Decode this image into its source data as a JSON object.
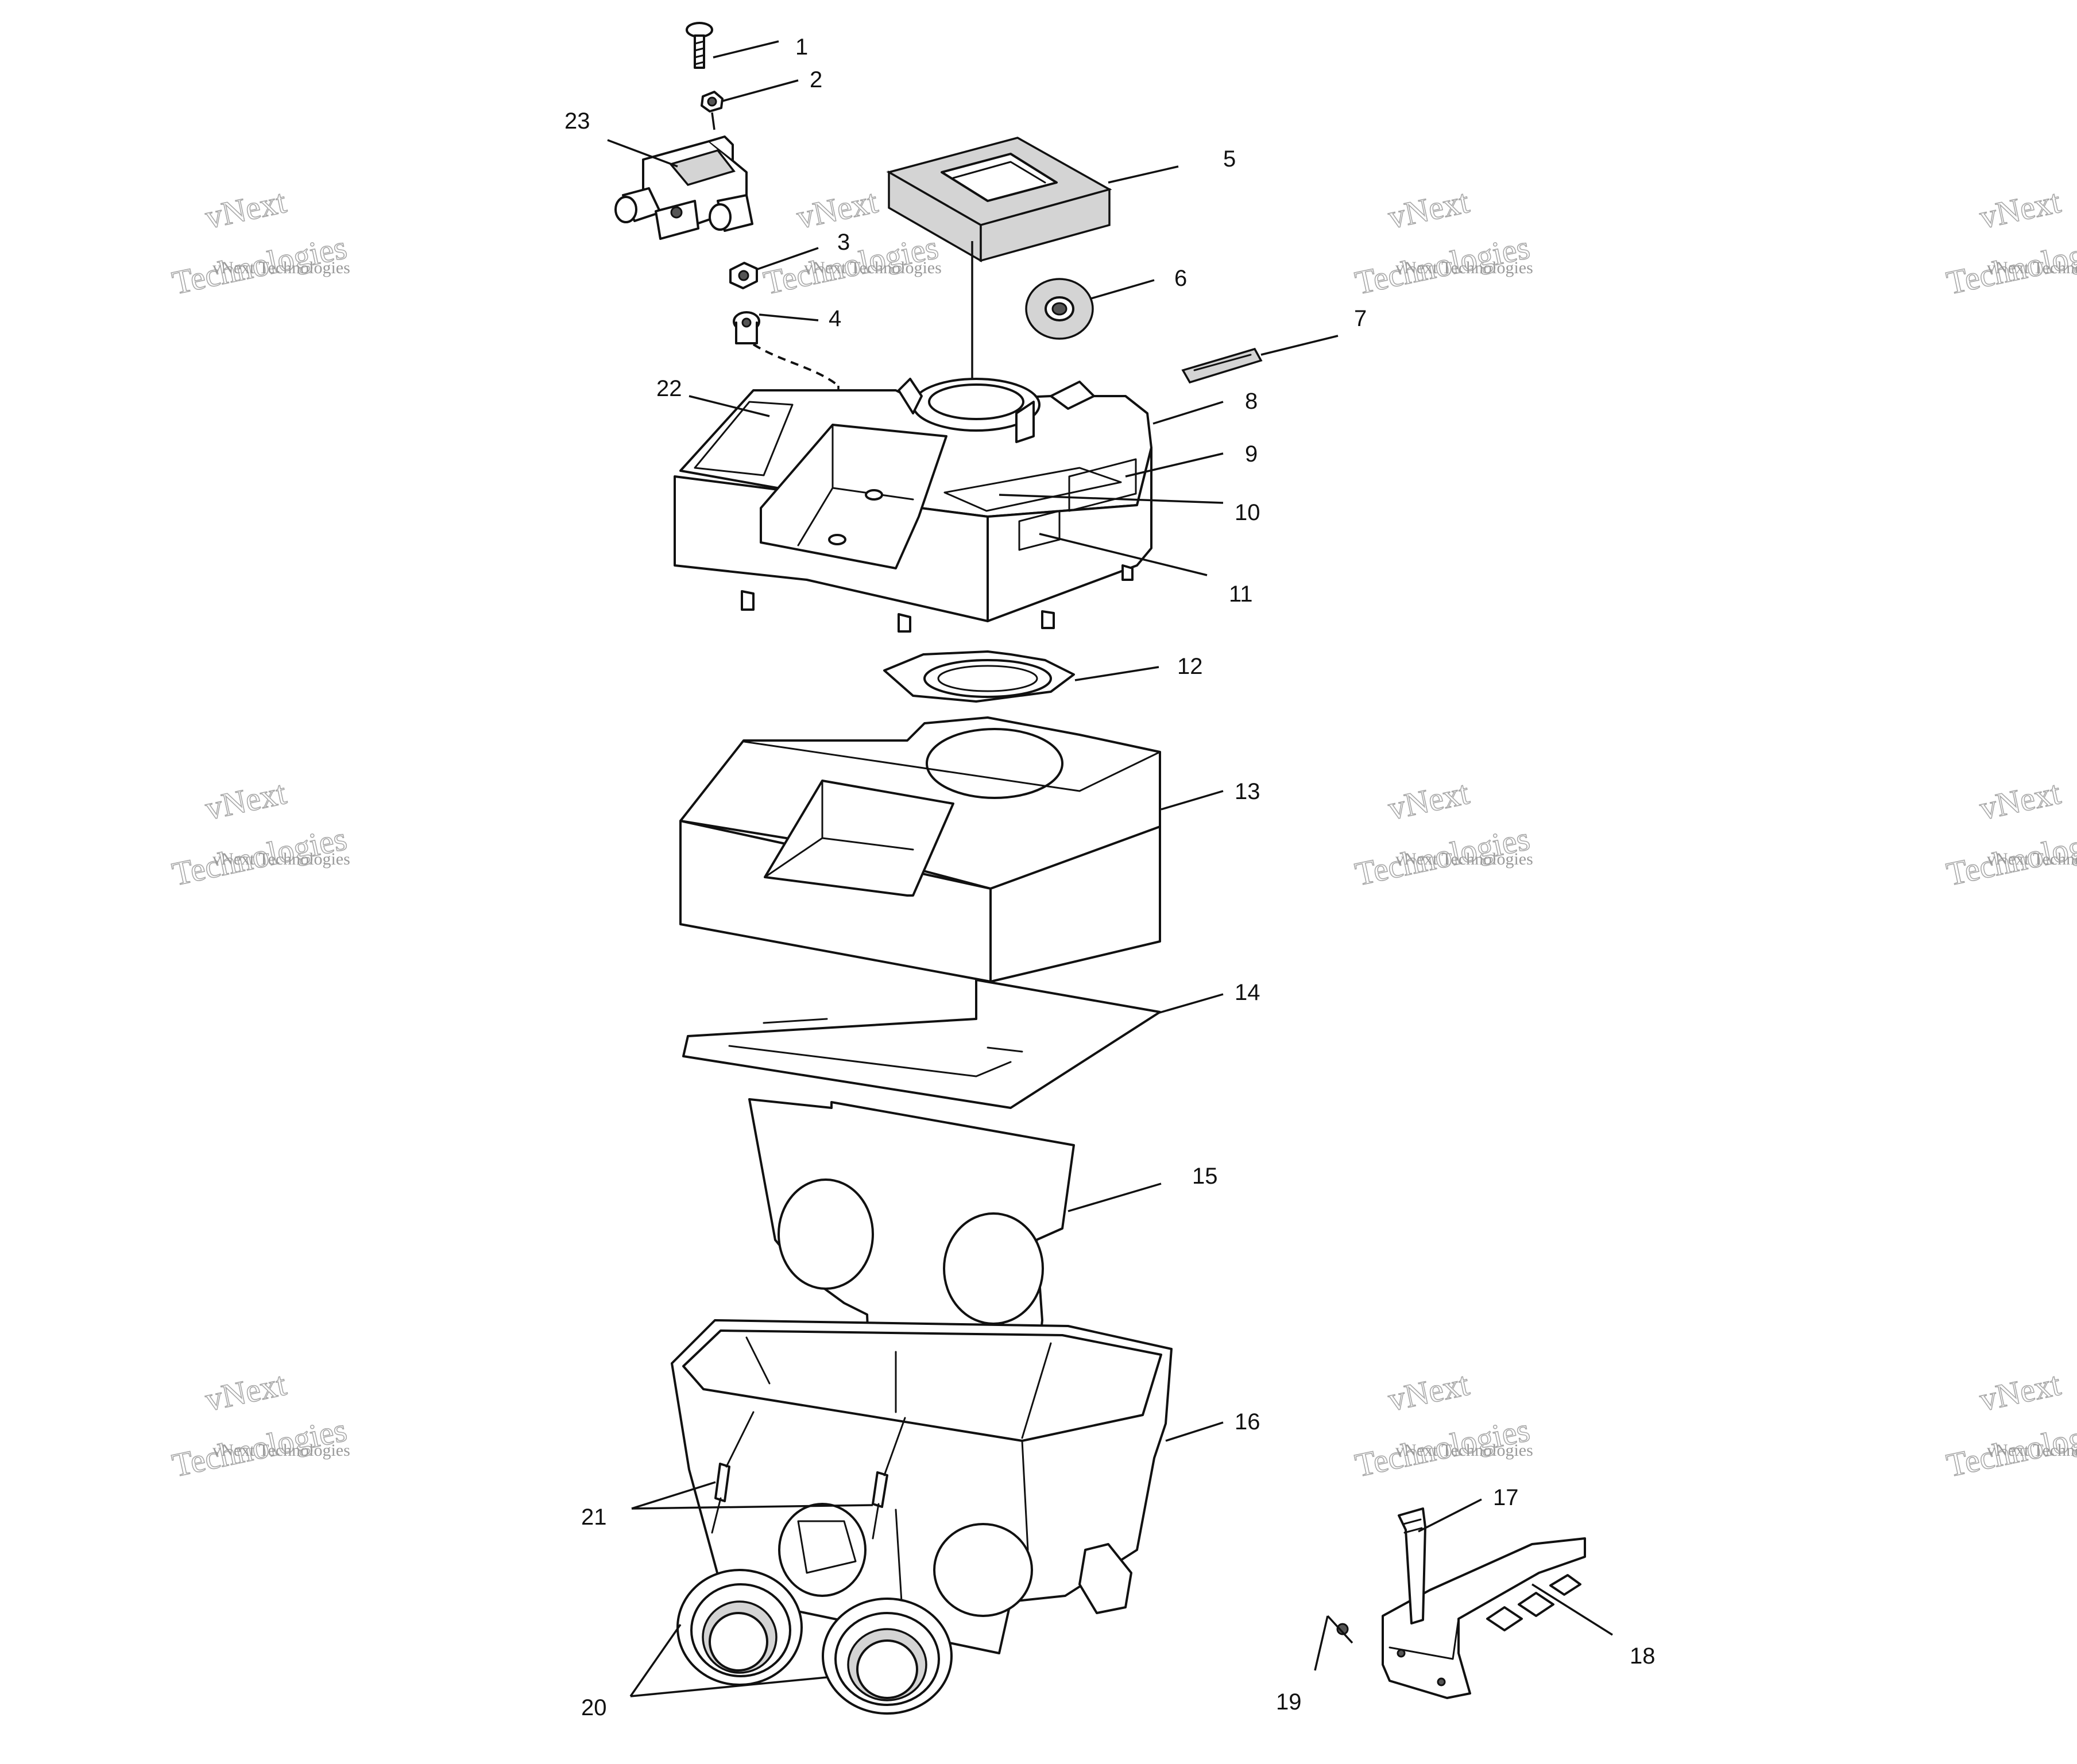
{
  "diagram": {
    "callouts": [
      "1",
      "2",
      "3",
      "4",
      "5",
      "6",
      "7",
      "8",
      "9",
      "10",
      "11",
      "12",
      "13",
      "14",
      "15",
      "16",
      "17",
      "18",
      "19",
      "20",
      "21",
      "22",
      "23"
    ]
  },
  "watermark": {
    "company": "vNext Technologies",
    "brand": "vNext",
    "tail": "Technologies"
  },
  "colors": {
    "line": "#111111",
    "foam": "#d4d4d4",
    "watermark": "#9a9a9a"
  }
}
